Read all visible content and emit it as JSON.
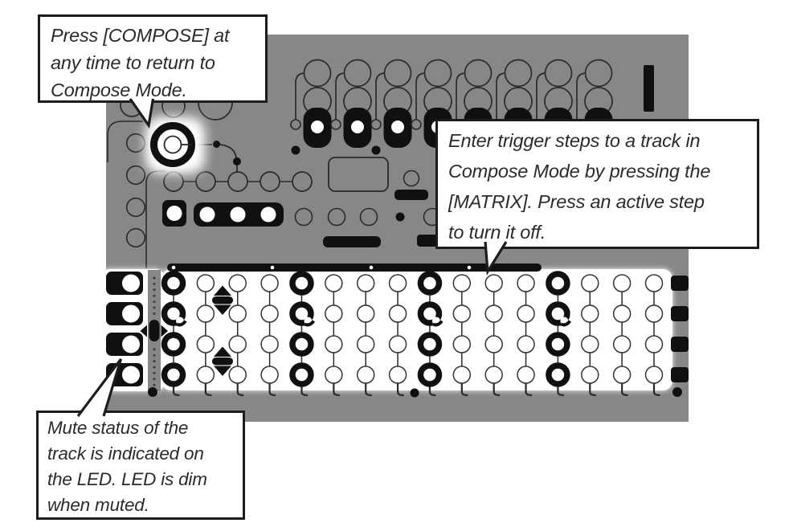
{
  "title": "Sequencer manual illustration - Compose Mode",
  "callouts": {
    "compose": {
      "lines": [
        "Press [COMPOSE] at",
        "any time to return to",
        "Compose Mode."
      ]
    },
    "matrix": {
      "lines": [
        "Enter trigger steps to a track in",
        "Compose Mode by pressing the",
        "[MATRIX]. Press an active step",
        "to turn it off."
      ]
    },
    "mute": {
      "lines": [
        "Mute status of the",
        "track is indicated on",
        "the LED. LED is dim",
        "when muted."
      ]
    }
  },
  "device": {
    "knobs": {
      "count": 8
    },
    "matrix": {
      "cols": 16,
      "rows": 4,
      "accent_columns": [
        1,
        5,
        9,
        13
      ],
      "notch_row": 2
    },
    "mute_buttons": {
      "count": 4
    },
    "side_tabs": {
      "count": 4
    },
    "progress_bar_dots": {
      "count": 4
    },
    "function_row_circles": {
      "count": 5
    },
    "pad_group_buttons": {
      "count": 3
    }
  },
  "icons": {
    "compose_knob": "compose-knob-icon",
    "crossfader": "crossfade-slider-icon",
    "step_arrows": "up-down-arrows-icon",
    "power_switch": "power-switch-icon"
  },
  "colors": {
    "panel": "#878787",
    "ink": "#2a2a2a",
    "black": "#101010",
    "white": "#ffffff",
    "text": "#2b2b2e",
    "border": "#1c1c1e"
  }
}
